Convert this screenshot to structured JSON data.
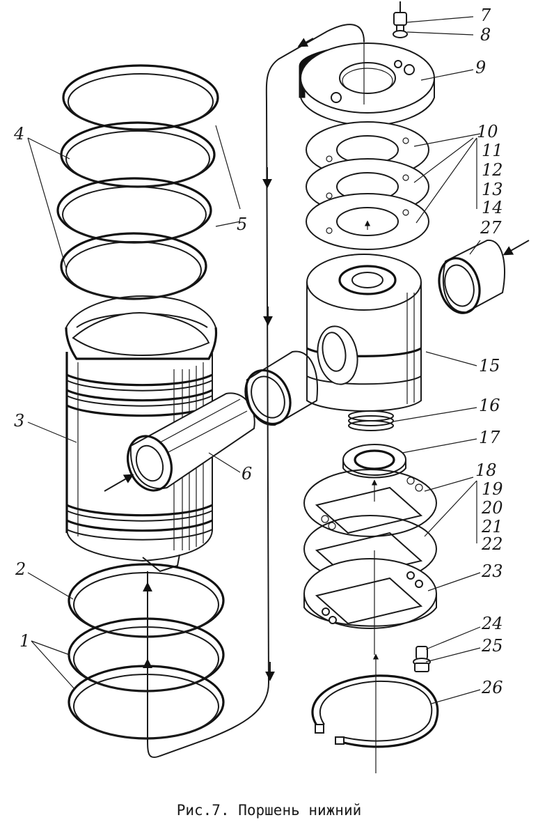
{
  "caption": "Рис.7. Поршень нижний",
  "labels": {
    "l1": "1",
    "l2": "2",
    "l3": "3",
    "l4": "4",
    "l5": "5",
    "l6": "6",
    "l7": "7",
    "l8": "8",
    "l9": "9",
    "l10": "10",
    "l11": "11",
    "l12": "12",
    "l13": "13",
    "l14": "14",
    "l15": "15",
    "l16": "16",
    "l17": "17",
    "l18": "18",
    "l19": "19",
    "l20": "20",
    "l21": "21",
    "l22": "22",
    "l23": "23",
    "l24": "24",
    "l25": "25",
    "l26": "26",
    "l27": "27"
  }
}
